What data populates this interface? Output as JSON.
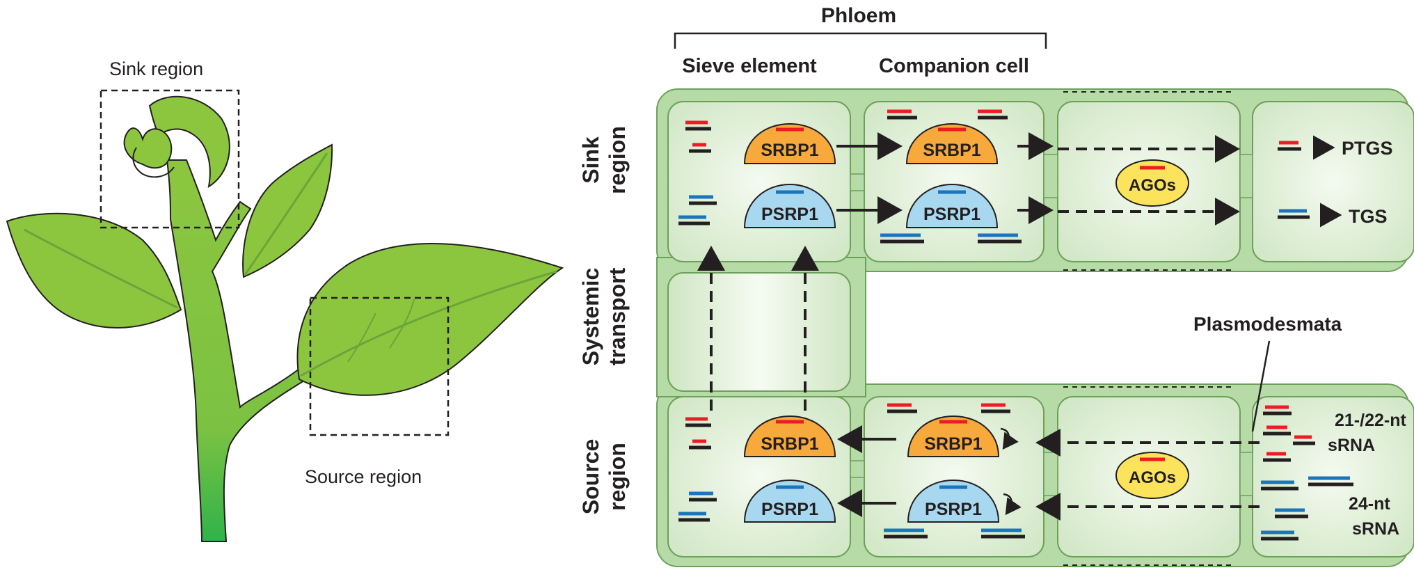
{
  "plant": {
    "sink_label": "Sink region",
    "source_label": "Source region"
  },
  "phloem": {
    "title": "Phloem",
    "sieve_element": "Sieve element",
    "companion_cell": "Companion cell"
  },
  "side_labels": {
    "sink_line1": "Sink",
    "sink_line2": "region",
    "systemic_line1": "Systemic",
    "systemic_line2": "transport",
    "source_line1": "Source",
    "source_line2": "region"
  },
  "proteins": {
    "srbp1": "SRBP1",
    "psrp1": "PSRP1",
    "agos": "AGOs"
  },
  "outcomes": {
    "ptgs": "PTGS",
    "tgs": "TGS"
  },
  "annotations": {
    "plasmodesmata": "Plasmodesmata",
    "srna_2122_line1": "21-/22-nt",
    "srna_2122_line2": "sRNA",
    "srna_24_line1": "24-nt",
    "srna_24_line2": "sRNA"
  },
  "colors": {
    "leaf_green": "#8cc63f",
    "stem_green": "#3db54a",
    "cell_fill": "#d9ecd0",
    "cell_border": "#8cc07a",
    "srbp1_fill": "#f7a93b",
    "psrp1_fill": "#a8d8f0",
    "agos_fill": "#fbe45b",
    "red_srna": "#ed1c24",
    "blue_srna": "#1b75bb",
    "ink": "#231f20"
  }
}
